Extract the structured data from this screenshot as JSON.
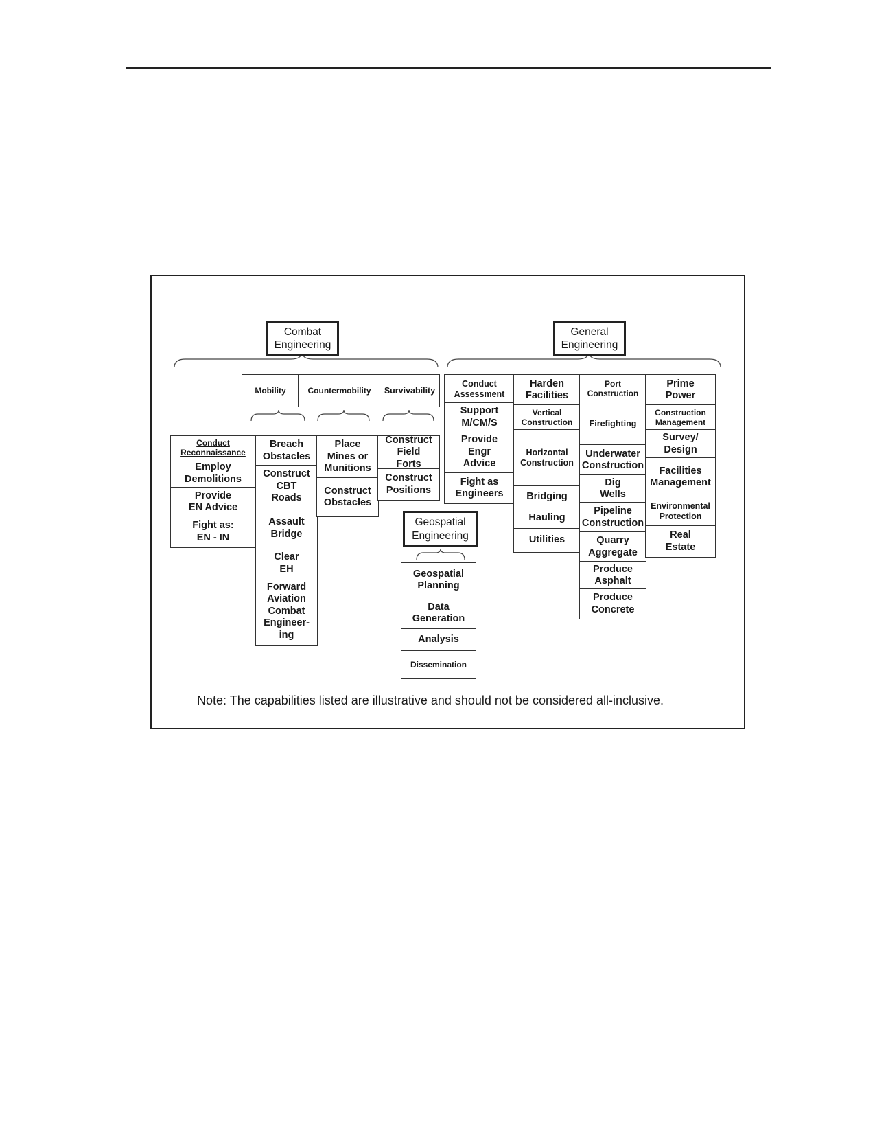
{
  "heads": {
    "combat": "Combat\nEngineering",
    "general": "General\nEngineering",
    "geospatial": "Geospatial\nEngineering"
  },
  "combat": {
    "categories": [
      "Mobility",
      "Countermobility",
      "Survivability"
    ],
    "general_items": [
      "Conduct\nReconnaissance",
      "Employ\nDemolitions",
      "Provide\nEN Advice",
      "Fight as:\nEN - IN"
    ],
    "mobility_items": [
      "Breach\nObstacles",
      "Construct\nCBT\nRoads",
      "Assault\nBridge",
      "Clear\nEH",
      "Forward\nAviation\nCombat\nEngineer-\ning"
    ],
    "countermobility_items": [
      "Place\nMines or\nMunitions",
      "Construct\nObstacles"
    ],
    "survivability_items": [
      "Construct\nField\nForts",
      "Construct\nPositions"
    ]
  },
  "general": {
    "col1": [
      "Conduct\nAssessment",
      "Support\nM/CM/S",
      "Provide\nEngr\nAdvice",
      "Fight as\nEngineers"
    ],
    "col2": [
      "Harden\nFacilities",
      "Vertical\nConstruction",
      "Horizontal\nConstruction",
      "Bridging",
      "Hauling",
      "Utilities"
    ],
    "col3": [
      "Port\nConstruction",
      "Firefighting",
      "Underwater\nConstruction",
      "Dig\nWells",
      "Pipeline\nConstruction",
      "Quarry\nAggregate",
      "Produce\nAsphalt",
      "Produce\nConcrete"
    ],
    "col4": [
      "Prime\nPower",
      "Construction\nManagement",
      "Survey/\nDesign",
      "Facilities\nManagement",
      "Environmental\nProtection",
      "Real\nEstate"
    ]
  },
  "geospatial": {
    "items": [
      "Geospatial\nPlanning",
      "Data\nGeneration",
      "Analysis",
      "Dissemination"
    ]
  },
  "note": "Note: The capabilities listed are illustrative and should not be considered all-inclusive."
}
